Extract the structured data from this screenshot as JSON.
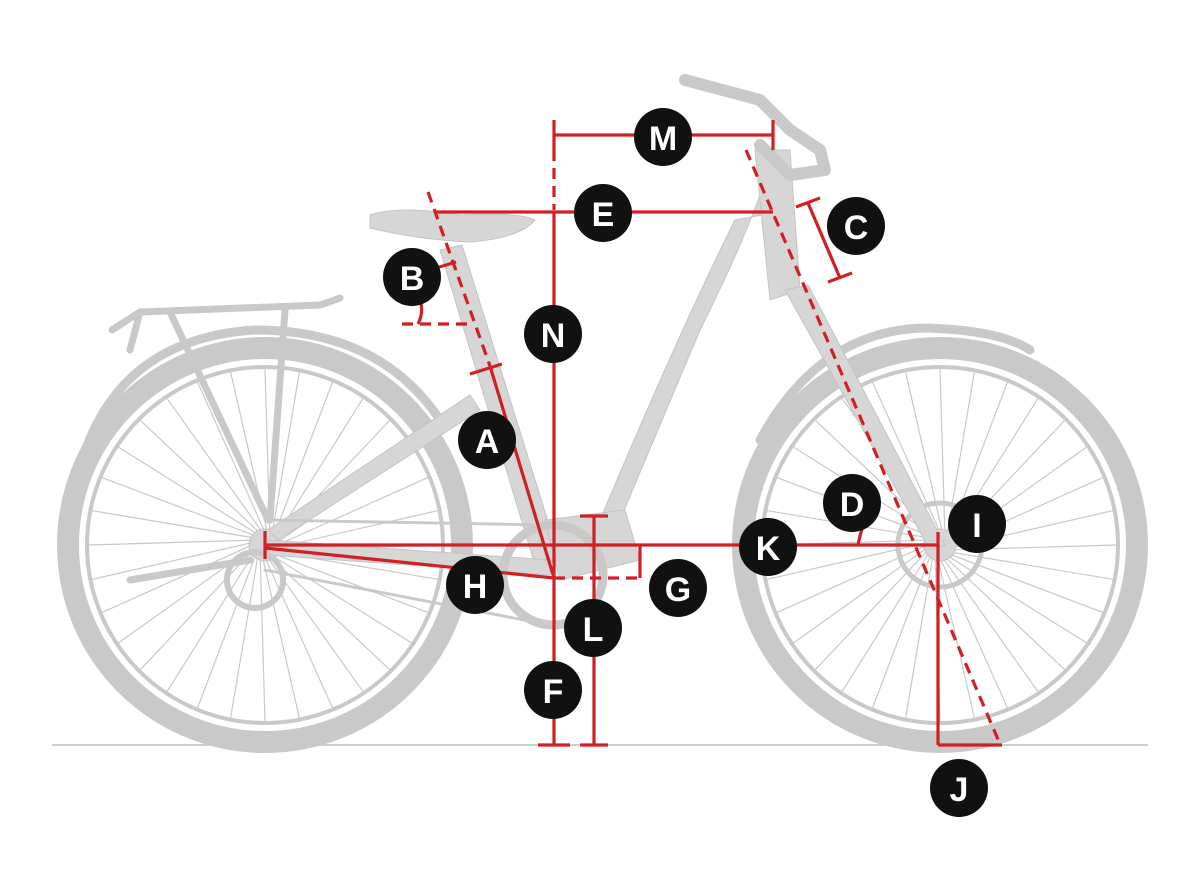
{
  "labels": {
    "A": "A",
    "B": "B",
    "C": "C",
    "D": "D",
    "E": "E",
    "F": "F",
    "G": "G",
    "H": "H",
    "I": "I",
    "J": "J",
    "K": "K",
    "L": "L",
    "M": "M",
    "N": "N"
  },
  "colors": {
    "dimension_line": "#d01f25",
    "badge": "#111111",
    "bike": "#c9c9c9",
    "ground": "#bdbdbd"
  }
}
